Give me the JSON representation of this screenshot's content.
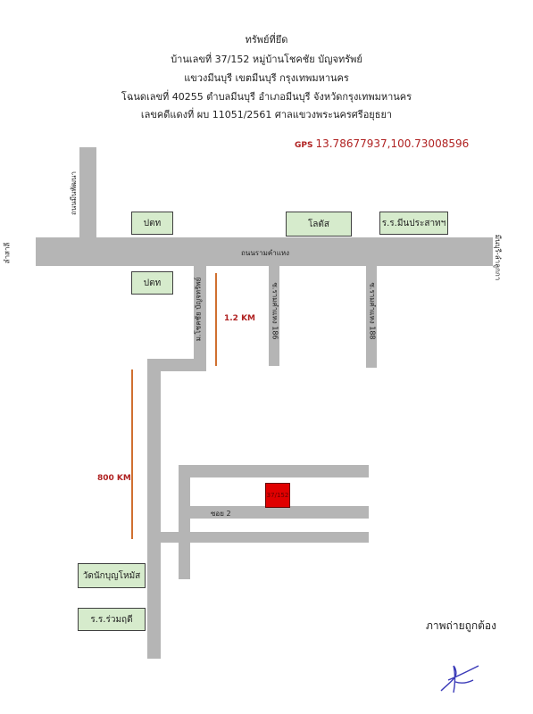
{
  "header": {
    "line1": "ทรัพย์ที่ยึด",
    "line2": "บ้านเลขที่ 37/152 หมู่บ้านโชคชัย บัญจทรัพย์",
    "line3": "แขวงมีนบุรี เขตมีนบุรี กรุงเทพมหานคร",
    "line4": "โฉนดเลขที่ 40255 ตำบลมีนบุรี อำเภอมีนบุรี จังหวัดกรุงเทพมหานคร",
    "line5": "เลขคดีแดงที่ ผบ 11051/2561 ศาลแขวงพระนครศรีอยุธยา"
  },
  "gps": {
    "prefix": "GPS",
    "coords": "13.78677937,100.73008596"
  },
  "roads": {
    "main": "ถนนรามคำแหง",
    "left_vertical": "ถนนมีนพัฒนา",
    "left_end": "ลำสาลี",
    "right_end": "มีนบุรี-ลำลูกกา",
    "soi_chokchai": "ม.โชคชัย บัญจทรัพย์",
    "soi_186a": "ซ.รามคำแหง 186",
    "soi_186b": "ซ.รามคำแหง 188",
    "soi2": "ซอย 2"
  },
  "landmarks": {
    "ptt_top": "ปตท",
    "ptt_bottom": "ปตท",
    "lotus": "โลตัส",
    "school_minprasat": "ร.ร.มีนประสาทฯ",
    "temple": "วัดนักบุญโหมัส",
    "school_ruam": "ร.ร.ร่วมฤดี"
  },
  "distances": {
    "upper": "1.2 KM",
    "lower": "800 KM"
  },
  "plot_label": "37/152",
  "stamp": "ภาพถ่ายถูกต้อง",
  "colors": {
    "road": "#b5b5b5",
    "landmark": "#d6ebcc",
    "plot": "#e00000",
    "distance": "#b02222"
  }
}
